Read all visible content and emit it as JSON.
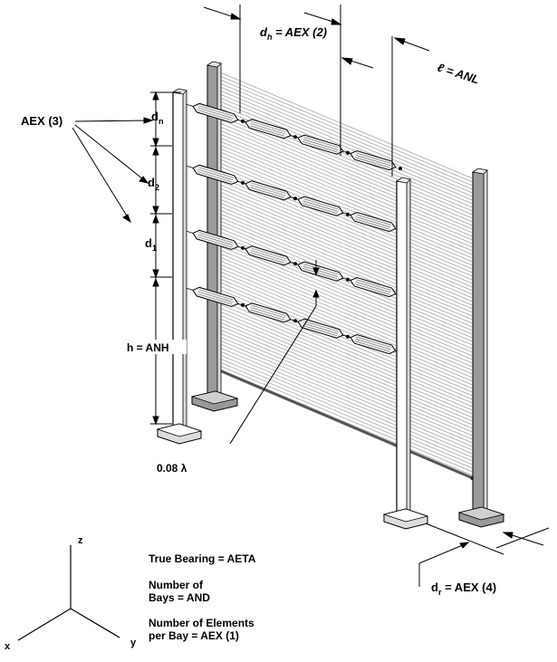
{
  "labels": {
    "aex3": "AEX (3)",
    "dn_base": "d",
    "dn_sub": "n",
    "d2_base": "d",
    "d2_sub": "2",
    "d1_base": "d",
    "d1_sub": "1",
    "h": "h = ANH",
    "lambda": "0.08  λ",
    "dh_base": "d",
    "dh_sub": "h",
    "dh_rest": " = AEX (2)",
    "l": "ℓ = ANL",
    "dr_base": "d",
    "dr_sub": "r",
    "dr_rest": " = AEX (4)"
  },
  "axes": {
    "z": "z",
    "x": "x",
    "y": "y"
  },
  "notes": {
    "bearing": "True Bearing = AETA",
    "bays_1": "Number of",
    "bays_2": "Bays = AND",
    "elements_1": "Number of Elements",
    "elements_2": "per Bay = AEX (1)"
  }
}
